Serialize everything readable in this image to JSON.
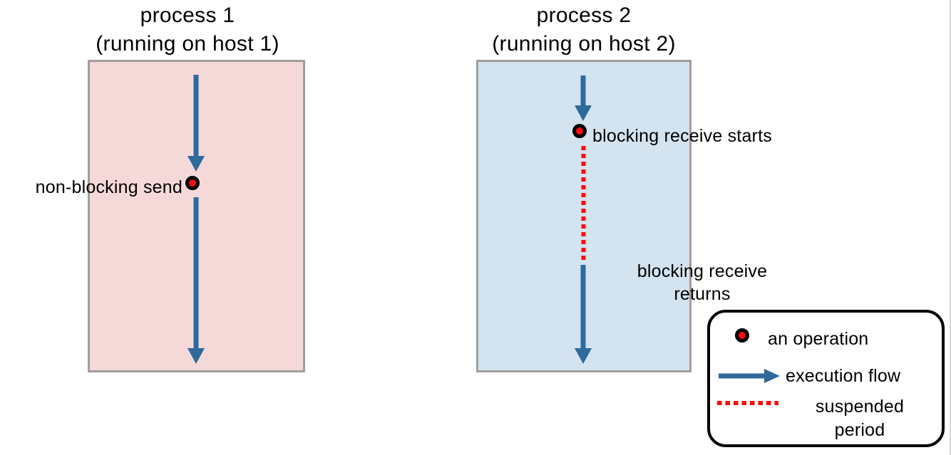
{
  "processes": [
    {
      "id": "process-1",
      "title_line1": "process 1",
      "title_line2": "(running on host 1)",
      "event_label": "non-blocking send"
    },
    {
      "id": "process-2",
      "title_line1": "process 2",
      "title_line2": "(running on host 2)",
      "event_start_label": "blocking receive starts",
      "event_return_line1": "blocking receive",
      "event_return_line2": "returns"
    }
  ],
  "legend": {
    "operation_label": "an operation",
    "execution_flow_label": "execution flow",
    "suspended_line1": "suspended",
    "suspended_line2": "period"
  },
  "colors": {
    "process1_fill": "#F5D9D9",
    "process2_fill": "#D3E3F0",
    "box_border": "#9E9E9E",
    "flow_arrow_blue": "#2E6A9C",
    "operation_red": "#FB0B0B",
    "suspended_red": "#FB0B0B",
    "legend_border": "#000000"
  }
}
